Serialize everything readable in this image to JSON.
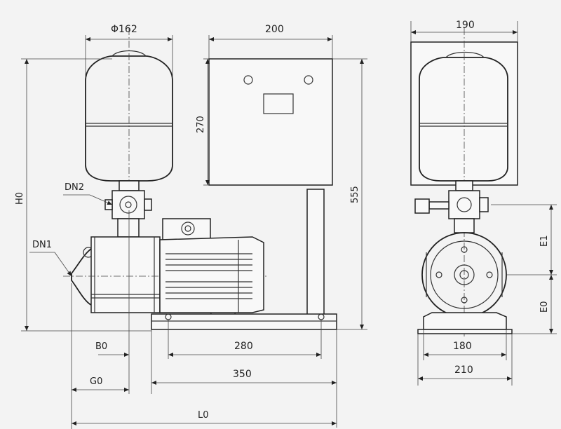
{
  "dimensions": {
    "phi162": "Φ162",
    "w200": "200",
    "w190": "190",
    "h270": "270",
    "h555": "555",
    "H0": "H0",
    "DN2": "DN2",
    "DN1": "DN1",
    "B0": "B0",
    "d280": "280",
    "G0": "G0",
    "d350": "350",
    "L0": "L0",
    "E1": "E1",
    "E0": "E0",
    "d180": "180",
    "d210": "210"
  },
  "colors": {
    "line": "#222222",
    "paper": "#f3f3f3"
  }
}
